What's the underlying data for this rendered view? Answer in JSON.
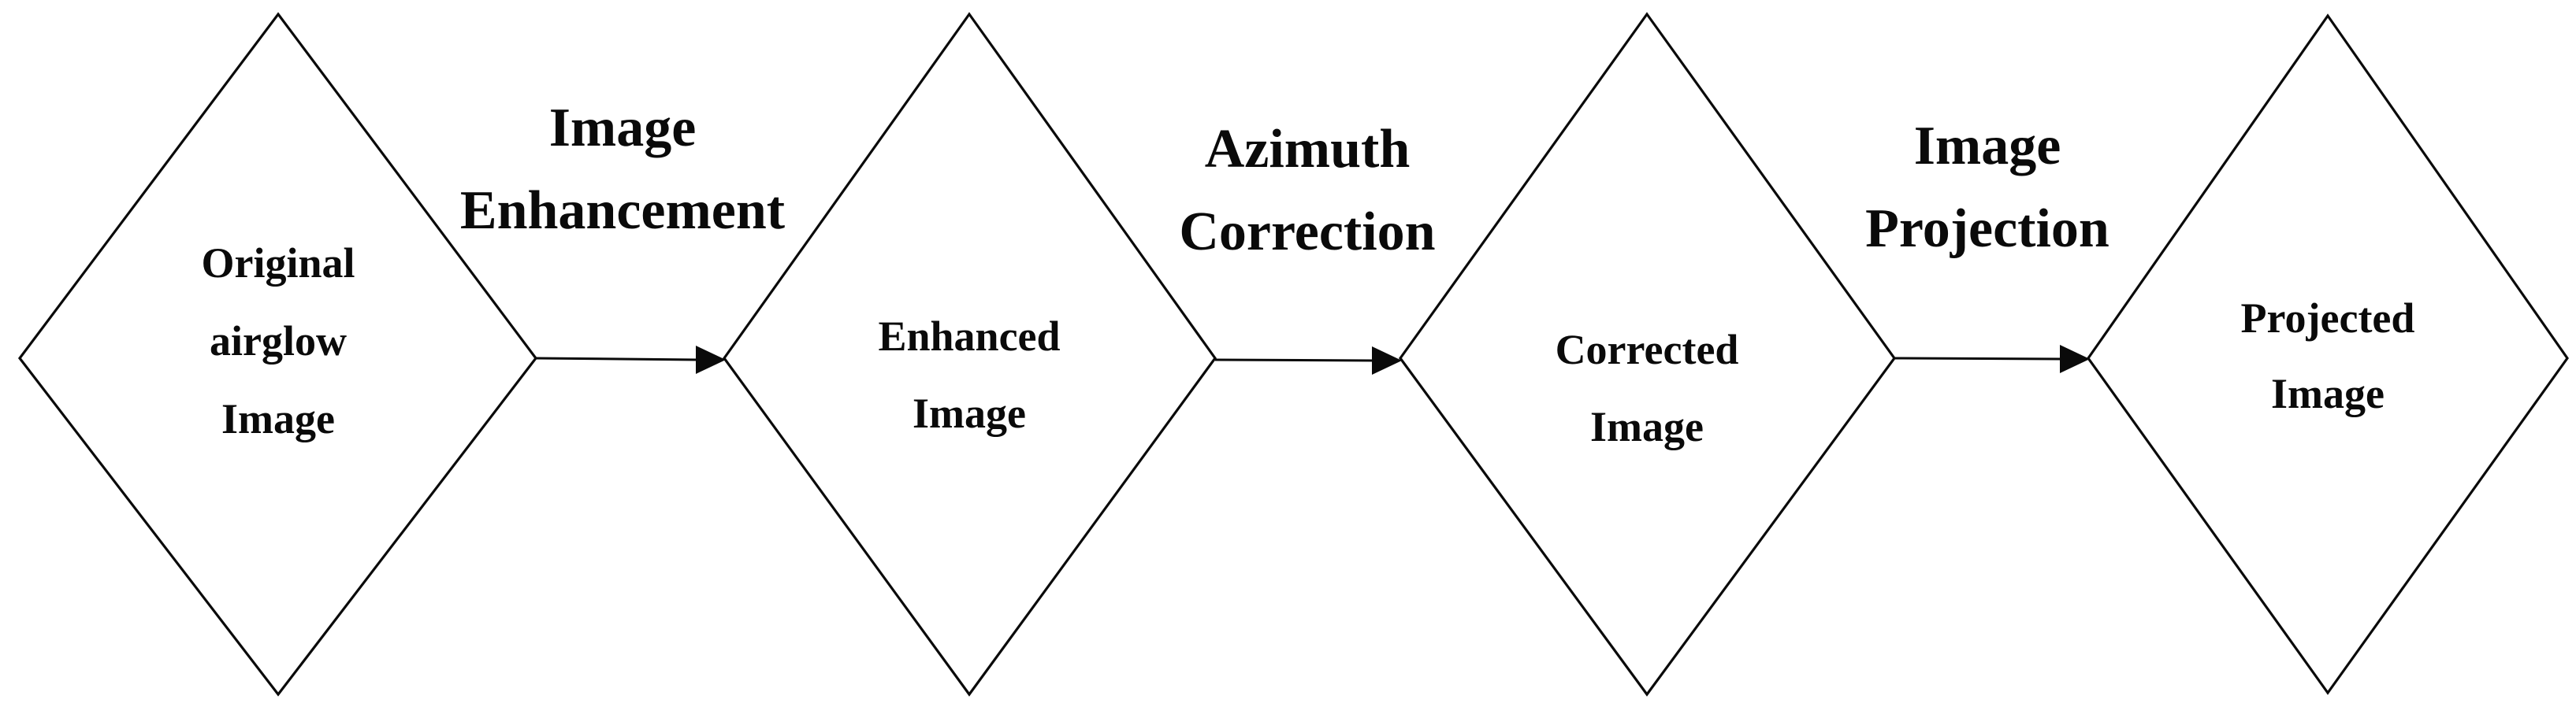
{
  "diagram": {
    "type": "flowchart",
    "background_color": "#ffffff",
    "line_color": "#0a0a0a",
    "text_color": "#0a0a0a",
    "nodes": [
      {
        "id": "original-airglow-image",
        "shape": "diamond",
        "lines": [
          "Original",
          "airglow",
          "Image"
        ]
      },
      {
        "id": "enhanced-image",
        "shape": "diamond",
        "lines": [
          "Enhanced",
          "Image"
        ]
      },
      {
        "id": "corrected-image",
        "shape": "diamond",
        "lines": [
          "Corrected",
          "Image"
        ]
      },
      {
        "id": "projected-image",
        "shape": "diamond",
        "lines": [
          "Projected",
          "Image"
        ]
      }
    ],
    "arrows": [
      {
        "id": "image-enhancement",
        "from": "original-airglow-image",
        "to": "enhanced-image",
        "label_lines": [
          "Image",
          "Enhancement"
        ]
      },
      {
        "id": "azimuth-correction",
        "from": "enhanced-image",
        "to": "corrected-image",
        "label_lines": [
          "Azimuth",
          "Correction"
        ]
      },
      {
        "id": "image-projection",
        "from": "corrected-image",
        "to": "projected-image",
        "label_lines": [
          "Image",
          "Projection"
        ]
      }
    ]
  }
}
